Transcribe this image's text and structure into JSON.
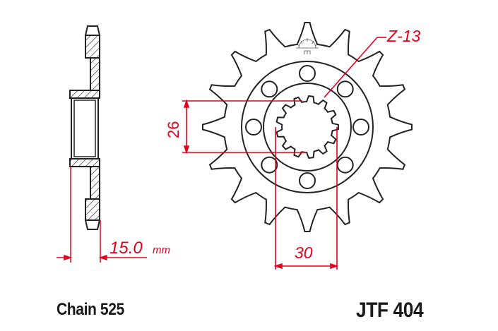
{
  "title": "JTF 404",
  "chain": "Chain 525",
  "colors": {
    "outline": "#222222",
    "dimension": "#e3001b",
    "background": "#ffffff"
  },
  "dimensions": {
    "teeth": "Z-13",
    "bolt_offset": "26",
    "spline_width": "30",
    "thickness_value": "15.0",
    "thickness_unit": "mm"
  },
  "sprocket": {
    "outer_teeth_drawn": 16,
    "bolt_holes": 8,
    "spline_teeth": 13
  }
}
